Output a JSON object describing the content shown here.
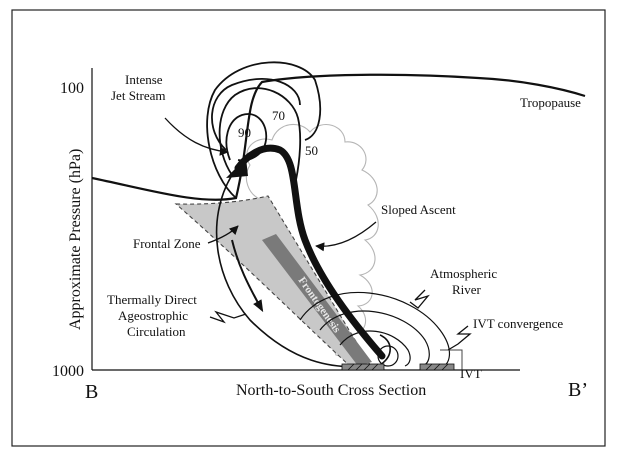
{
  "axes": {
    "y_label": "Approximate Pressure (hPa)",
    "y_ticks": [
      "100",
      "1000"
    ],
    "x_label": "North-to-South Cross Section",
    "x_start": "B",
    "x_end": "B’"
  },
  "labels": {
    "jet_line1": "Intense",
    "jet_line2": "Jet Stream",
    "tropopause": "Tropopause",
    "sloped_ascent": "Sloped Ascent",
    "frontal_zone": "Frontal Zone",
    "ar_line1": "Atmospheric",
    "ar_line2": "River",
    "circ_line1": "Thermally Direct",
    "circ_line2": "Ageostrophic",
    "circ_line3": "Circulation",
    "ivt_convergence": "IVT convergence",
    "ivt": "IVT",
    "frontogenesis": "Frontogenesis",
    "isotach_90": "90",
    "isotach_70": "70",
    "isotach_50": "50"
  },
  "colors": {
    "line": "#111111",
    "frontal_fill": "#c8c8c8",
    "frontogenesis_band": "#7a7a7a",
    "cloud": "#b5b5b5"
  }
}
